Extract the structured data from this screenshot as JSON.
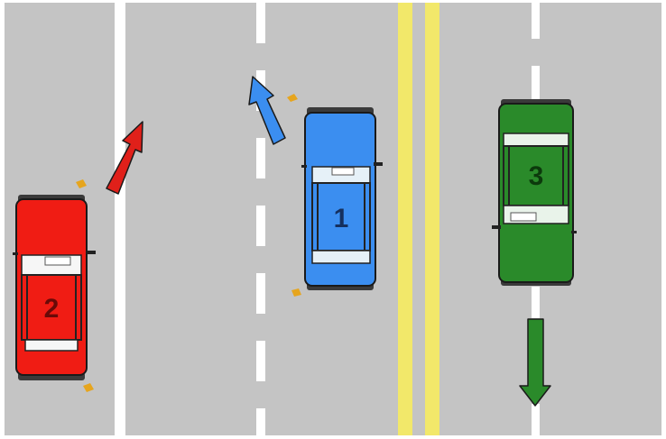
{
  "road": {
    "asphalt_color": "#c4c4c4",
    "border_color": "#ffffff",
    "lane_line_color": "#ffffff",
    "center_line_color": "#f2e86a"
  },
  "cars": [
    {
      "label": "1",
      "color": "#3b8ef0",
      "dark": "#1c5fc8",
      "heading": "up"
    },
    {
      "label": "2",
      "color": "#f01c14",
      "dark": "#b00c08",
      "heading": "up"
    },
    {
      "label": "3",
      "color": "#2a8a2a",
      "dark": "#136313",
      "heading": "down"
    }
  ],
  "arrows": [
    {
      "car": "1",
      "color": "#3b8ef0",
      "direction": "up-left"
    },
    {
      "car": "2",
      "color": "#e0201a",
      "direction": "up-right"
    },
    {
      "car": "3",
      "color": "#2a8a2a",
      "direction": "down"
    }
  ]
}
